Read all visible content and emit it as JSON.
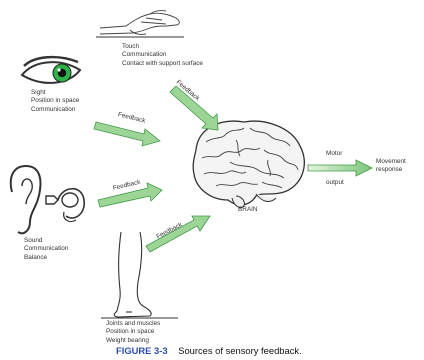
{
  "figure": {
    "number": "FIGURE 3-3",
    "title": "Sources of sensory feedback."
  },
  "nodes": {
    "touch": [
      "Touch",
      "Communication",
      "Contact with support surface"
    ],
    "sight": [
      "Sight",
      "Position in space",
      "Communication"
    ],
    "sound": [
      "Sound",
      "Communication",
      "Balance"
    ],
    "joints": [
      "Joints and muscles",
      "Position in space",
      "Weight bearing"
    ],
    "brain": "BRAIN",
    "movement": [
      "Movement",
      "response"
    ]
  },
  "arrows": {
    "feedback_label": "Feedback",
    "motor_label": "Motor",
    "output_label": "output"
  },
  "colors": {
    "arrow_fill": "#8fcf8a",
    "arrow_edge": "#3f9a47",
    "eye_iris": "#2bb34a",
    "caption_number": "#2a4fb0"
  }
}
